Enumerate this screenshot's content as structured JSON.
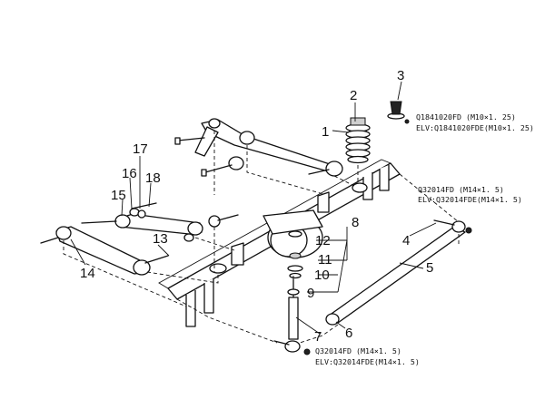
{
  "callouts": [
    "1",
    "2",
    "3",
    "4",
    "5",
    "6",
    "7",
    "8",
    "9",
    "10",
    "11",
    "12",
    "13",
    "14",
    "15",
    "16",
    "17",
    "18"
  ],
  "part_numbers": {
    "top_right_1": "Q1841020FD (M10×1. 25)",
    "top_right_2": "ELV:Q1841020FDE(M10×1. 25)",
    "mid_right_1": "Q32014FD (M14×1. 5)",
    "mid_right_2": "ELV:Q32014FDE(M14×1. 5)",
    "bottom_1": "Q32014FD (M14×1. 5)",
    "bottom_2": "ELV:Q32014FDE(M14×1. 5)"
  }
}
